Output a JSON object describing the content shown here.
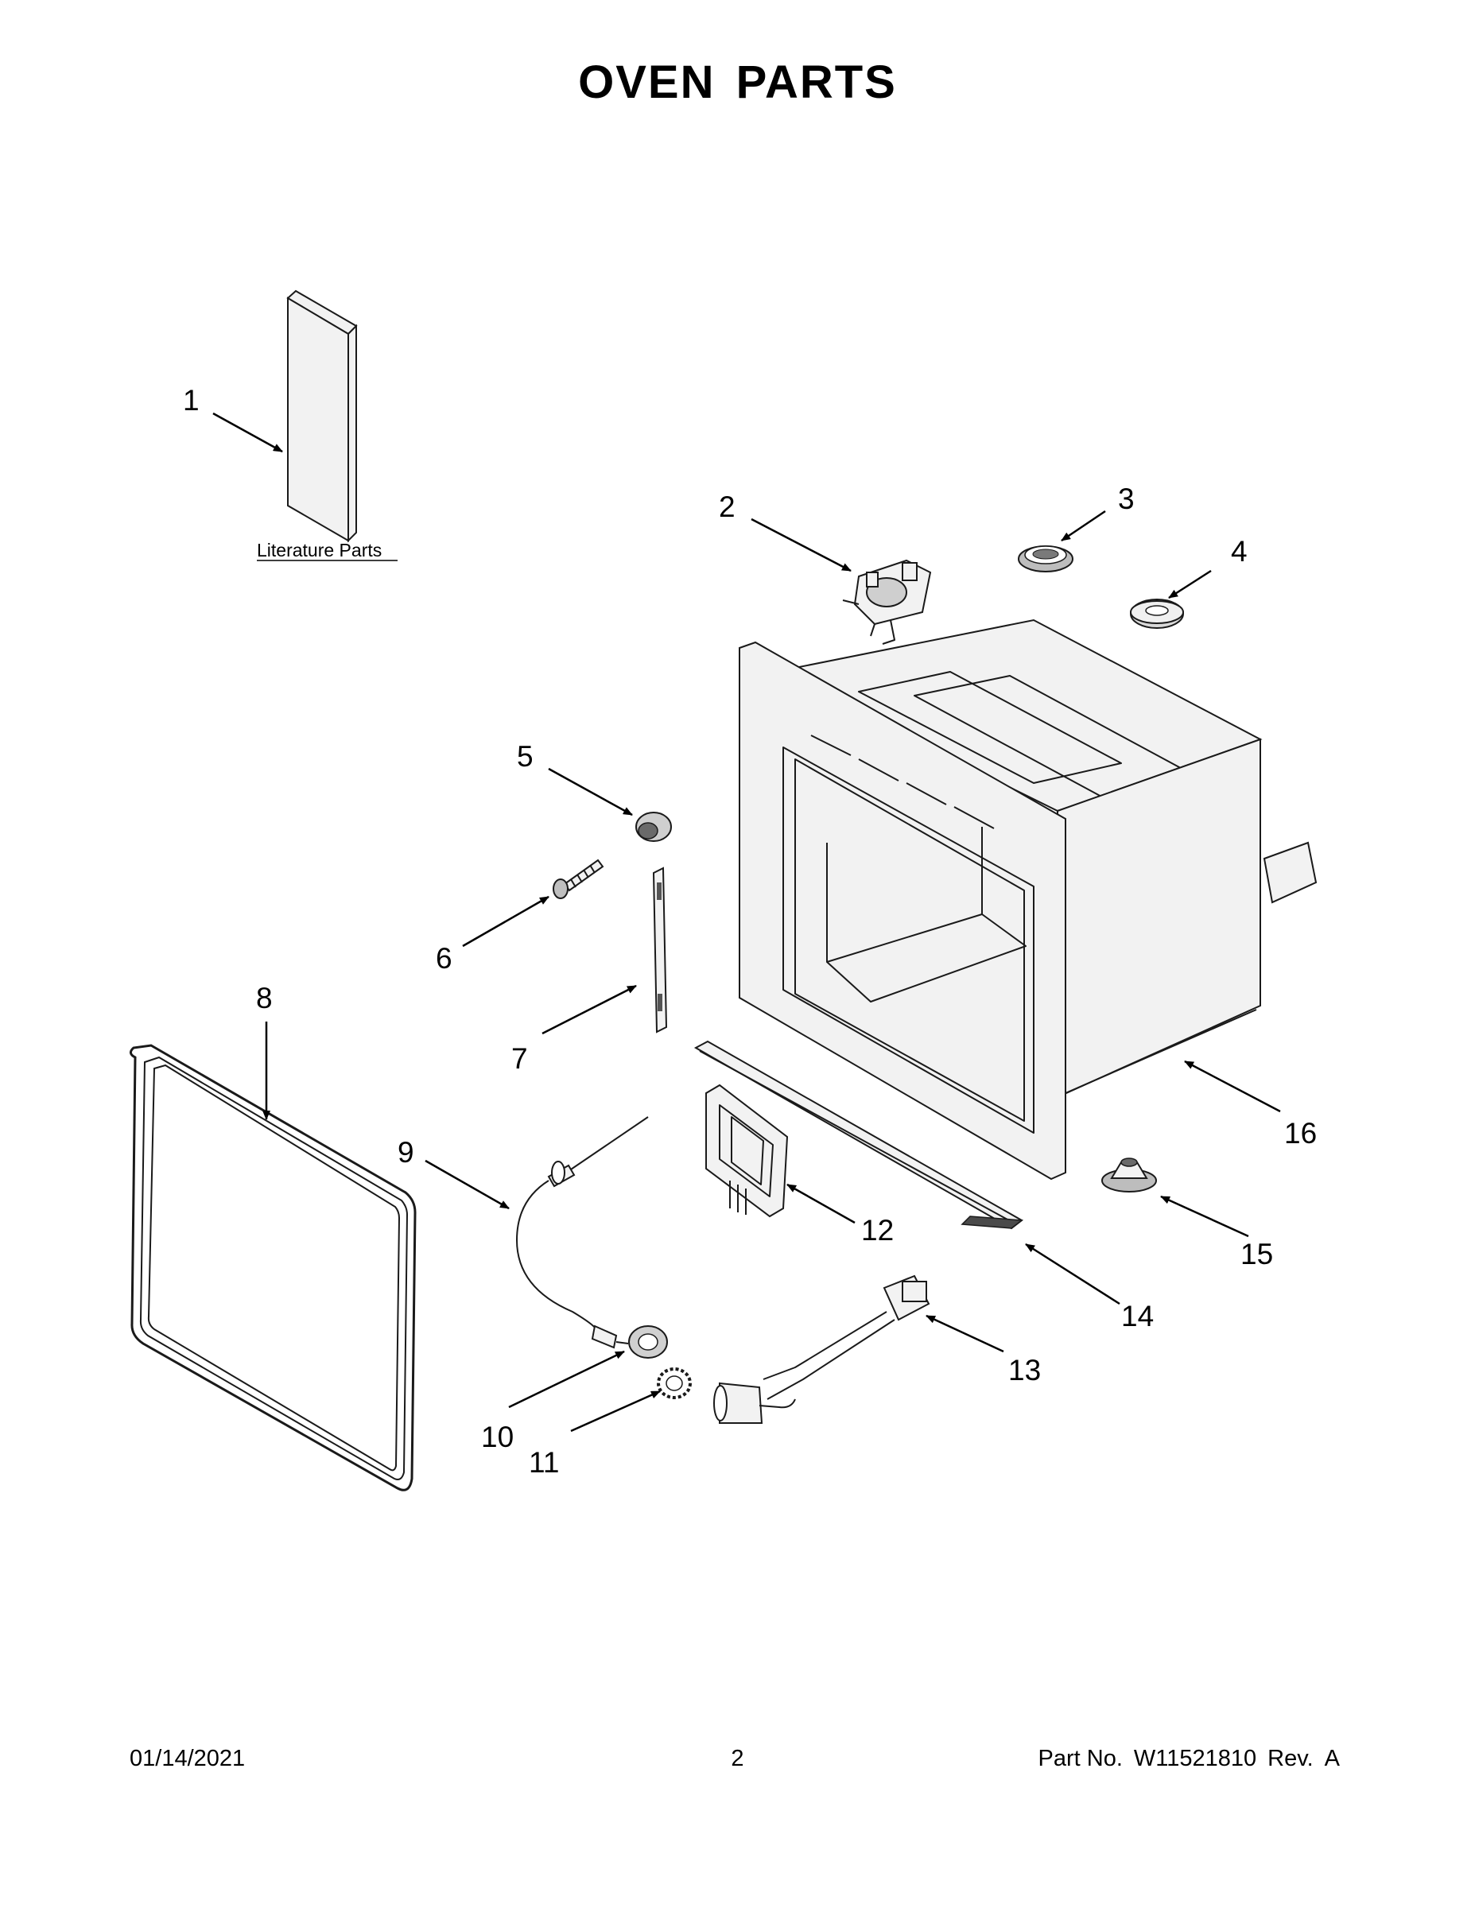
{
  "title": "OVEN PARTS",
  "literature_label": "Literature Parts",
  "callouts": {
    "c1": "1",
    "c2": "2",
    "c3": "3",
    "c4": "4",
    "c5": "5",
    "c6": "6",
    "c7": "7",
    "c8": "8",
    "c9": "9",
    "c10": "10",
    "c11": "11",
    "c12": "12",
    "c13": "13",
    "c14": "14",
    "c15": "15",
    "c16": "16"
  },
  "footer": {
    "date": "01/14/2021",
    "page": "2",
    "part_label": "Part No.",
    "part_number": "W11521810",
    "rev_label": "Rev.",
    "rev": "A"
  }
}
